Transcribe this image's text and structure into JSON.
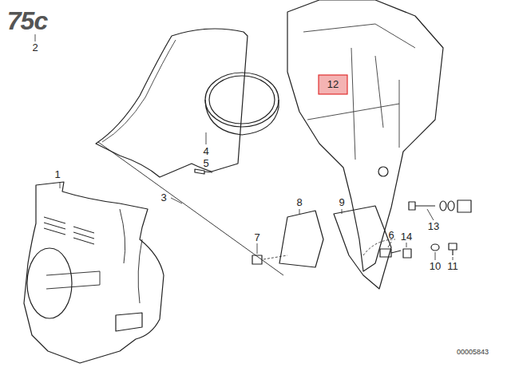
{
  "diagram": {
    "labels": [
      "75c",
      "2",
      "12",
      "4",
      "5",
      "1",
      "3",
      "8",
      "9",
      "6",
      "14",
      "7",
      "13",
      "10",
      "11",
      "00005843"
    ]
  }
}
